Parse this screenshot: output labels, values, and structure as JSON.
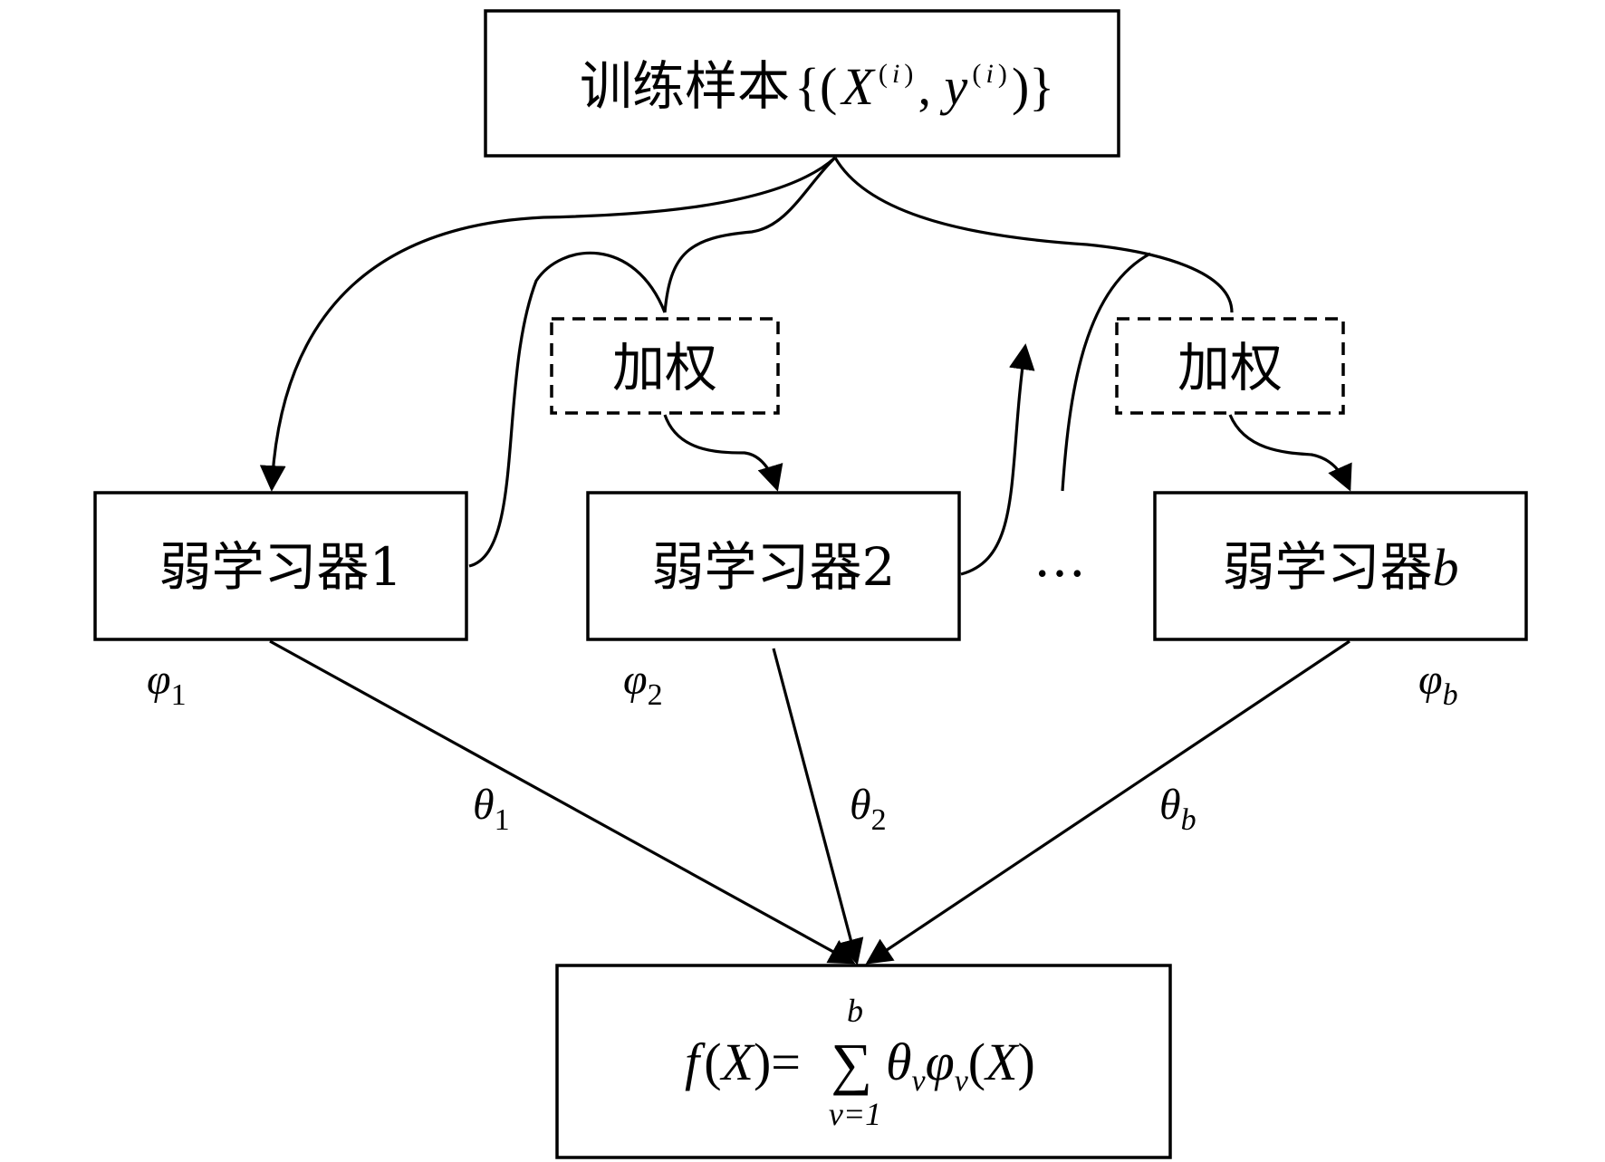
{
  "nodes": {
    "train": {
      "label": "训练样本"
    },
    "weight1": {
      "label": "加权"
    },
    "weight2": {
      "label": "加权"
    },
    "learner1": {
      "label": "弱学习器",
      "index": "1"
    },
    "learner2": {
      "label": "弱学习器",
      "index": "2"
    },
    "learnerb": {
      "label": "弱学习器",
      "index": "b"
    },
    "ellipsis": {
      "label": "…"
    }
  },
  "labels": {
    "phi1": {
      "base": "φ",
      "sub": "1"
    },
    "phi2": {
      "base": "φ",
      "sub": "2"
    },
    "phib": {
      "base": "φ",
      "sub": "b"
    },
    "theta1": {
      "base": "θ",
      "sub": "1"
    },
    "theta2": {
      "base": "θ",
      "sub": "2"
    },
    "thetab": {
      "base": "θ",
      "sub": "b"
    }
  },
  "formula": {
    "lhs": "f",
    "arg": "X",
    "sum_upper": "b",
    "sum_lower": "v=1",
    "theta": "θ",
    "phi": "φ",
    "index": "v"
  }
}
